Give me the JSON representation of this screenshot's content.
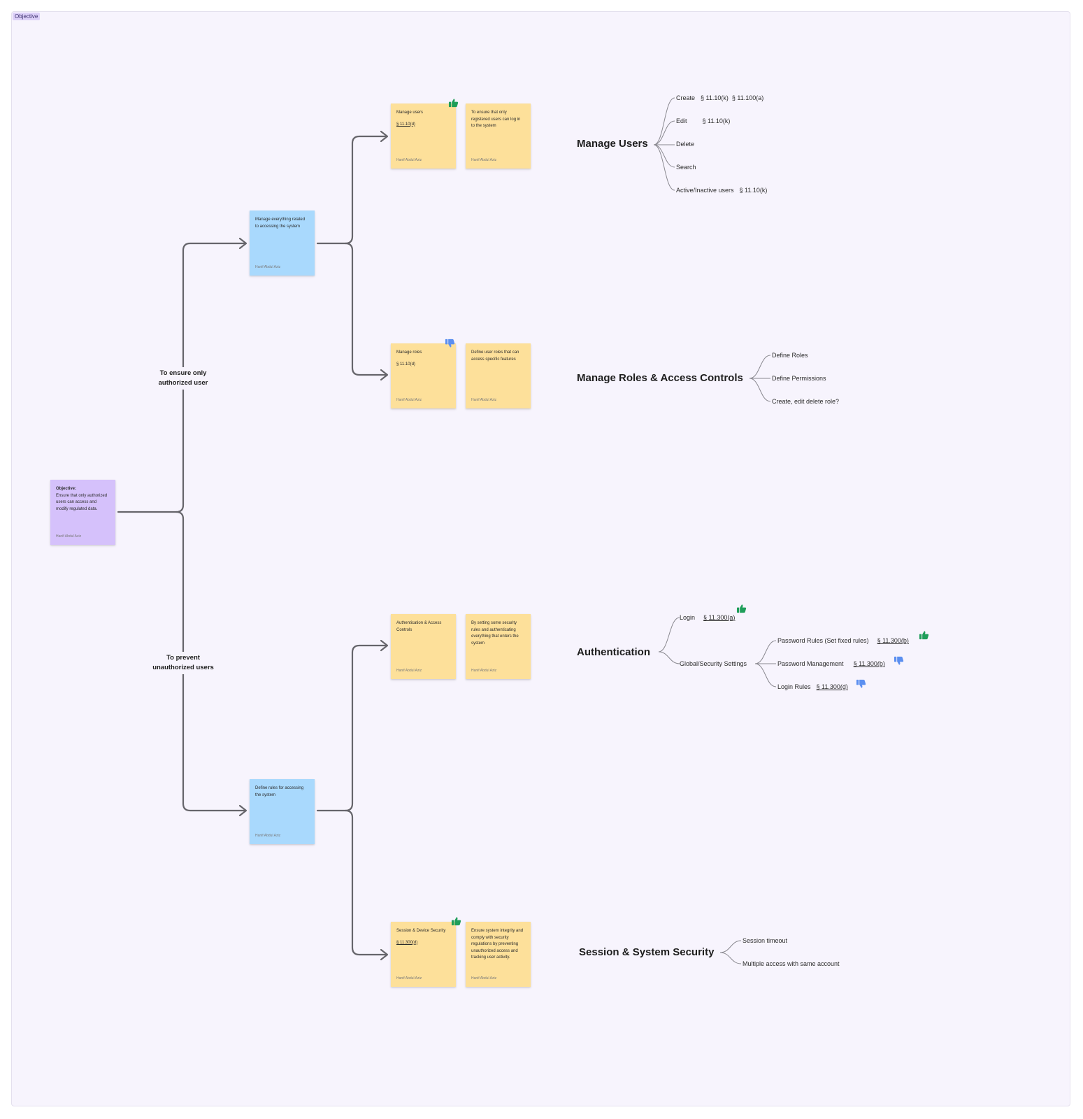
{
  "frame": {
    "label": "Objective"
  },
  "colors": {
    "frame_bg": "#f7f4fd",
    "sticky_yellow": "#fde09a",
    "sticky_blue": "#a9d9fd",
    "sticky_purple": "#d5c1fb",
    "connector": "#66656b",
    "thumbs_up": "#1f9e5a",
    "thumbs_down": "#5b8ff0"
  },
  "objective": {
    "heading": "Objective:",
    "text": "Ensure that only authorized users can access and modify regulated data.",
    "author": "Hanif Abdul Aziz"
  },
  "branch_labels": {
    "top": "To ensure only authorized user",
    "bottom": "To prevent unauthorized users"
  },
  "mid_stickies": {
    "access": {
      "text": "Manage everything related to accessing the system",
      "author": "Hanif Abdul Aziz"
    },
    "rules": {
      "text": "Define rules for accessing the system",
      "author": "Hanif Abdul Aziz"
    }
  },
  "leaf_stickies": {
    "manage_users": {
      "title": "Manage users",
      "ref": "§ 11.10(d)",
      "author": "Hanif Abdul Aziz",
      "reaction": "thumbs-up"
    },
    "manage_users_desc": {
      "text": "To ensure that only registered users can log in to the system",
      "author": "Hanif Abdul Aziz"
    },
    "manage_roles": {
      "title": "Manage roles",
      "ref": "§ 11.10(d)",
      "author": "Hanif Abdul Aziz",
      "reaction": "thumbs-down"
    },
    "manage_roles_desc": {
      "text": "Define user roles that can access specific features",
      "author": "Hanif Abdul Aziz"
    },
    "auth": {
      "title": "Authentication & Access Controls",
      "author": "Hanif Abdul Aziz"
    },
    "auth_desc": {
      "text": "By setting some security rules and authenticating everything that enters the system",
      "author": "Hanif Abdul Aziz"
    },
    "session": {
      "title": "Session & Device Security",
      "ref": "§ 11.300(d)",
      "author": "Hanif Abdul Aziz",
      "reaction": "thumbs-up"
    },
    "session_desc": {
      "text": "Ensure system integrity and comply with security regulations by preventing unauthorized access and tracking user activity.",
      "author": "Hanif Abdul Aziz"
    }
  },
  "mindmaps": {
    "manage_users": {
      "title": "Manage Users",
      "items": [
        {
          "label": "Create",
          "refs": [
            "§ 11.10(k)",
            "§ 11.100(a)"
          ]
        },
        {
          "label": "Edit",
          "refs": [
            "§ 11.10(k)"
          ]
        },
        {
          "label": "Delete",
          "refs": []
        },
        {
          "label": "Search",
          "refs": []
        },
        {
          "label": "Active/Inactive users",
          "refs": [
            "§ 11.10(k)"
          ]
        }
      ]
    },
    "manage_roles": {
      "title": "Manage Roles & Access Controls",
      "items": [
        {
          "label": "Define Roles"
        },
        {
          "label": "Define Permissions"
        },
        {
          "label": "Create, edit delete role?"
        }
      ]
    },
    "authentication": {
      "title": "Authentication",
      "login": {
        "label": "Login",
        "ref": "§ 11.300(a)",
        "reaction": "thumbs-up"
      },
      "settings": {
        "label": "Global/Security Settings",
        "items": [
          {
            "label": "Password Rules (Set fixed rules)",
            "ref": "§ 11.300(b)",
            "reaction": "thumbs-up"
          },
          {
            "label": "Password Management",
            "ref": "§ 11.300(b)",
            "reaction": "thumbs-down"
          },
          {
            "label": "Login Rules",
            "ref": "§ 11.300(d)",
            "reaction": "thumbs-down"
          }
        ]
      }
    },
    "session": {
      "title": "Session & System Security",
      "items": [
        {
          "label": "Session timeout"
        },
        {
          "label": "Multiple access with same account"
        }
      ]
    }
  }
}
